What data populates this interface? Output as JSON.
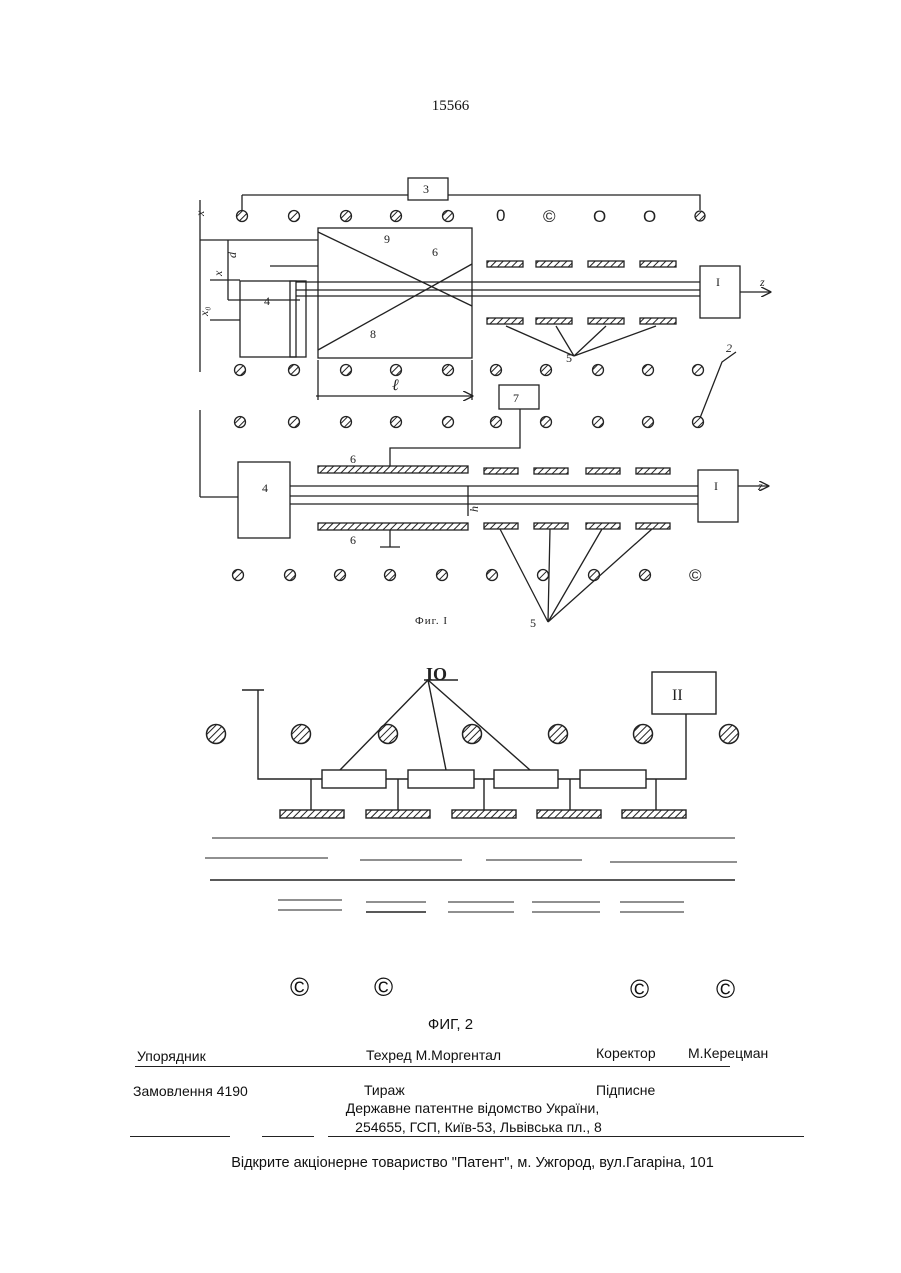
{
  "page_number": "15566",
  "figure1": {
    "caption": "Фиг. I",
    "labels": {
      "block_3": "3",
      "block_7": "7",
      "block_4_top": "4",
      "block_4_bottom": "4",
      "block_I_top": "I",
      "block_I_bottom": "I",
      "ref_9": "9",
      "ref_6_top": "6",
      "ref_8": "8",
      "ref_5_top": "5",
      "ref_2": "2",
      "ref_6_mid": "6",
      "ref_6_low": "6",
      "ref_5_bottom": "5",
      "axis_z_top": "z",
      "axis_z_bottom": "z",
      "axis_x": "x",
      "dim_d": "d",
      "dim_x": "x",
      "dim_x0": "x₀",
      "dim_l": "ℓ",
      "dim_h": "h"
    },
    "open_circles": [
      "0",
      "©",
      "O",
      "O",
      "©"
    ]
  },
  "figure2": {
    "labels": {
      "ref_10": "IO",
      "block_11": "II"
    },
    "copyright_marks": [
      "©",
      "©",
      "©",
      "©"
    ],
    "caption": "ФИГ,   2"
  },
  "imprint": {
    "compiler_label": "Упорядник",
    "techred": "Техред М.Моргентал",
    "corrector_label": "Коректор",
    "corrector_name": "М.Керецман",
    "order": "Замовлення 4190",
    "circulation": "Тираж",
    "subscription": "Підписне",
    "office_line1": "Державне патентне відомство України,",
    "office_line2": "254655, ГСП, Київ-53, Львівська пл., 8",
    "publisher": "Відкрите акціонерне товариство \"Патент\", м. Ужгород, вул.Гагаріна, 101"
  }
}
